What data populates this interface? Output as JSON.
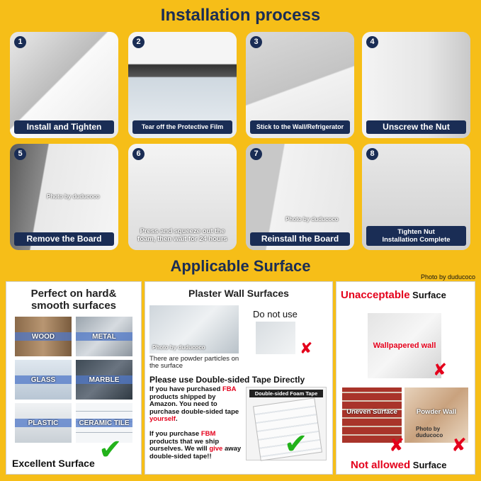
{
  "title": "Installation process",
  "steps": [
    {
      "num": "1",
      "caption": "Install and Tighten"
    },
    {
      "num": "2",
      "caption": "Tear off the Protective Film"
    },
    {
      "num": "3",
      "caption": "Stick to the Wall/Refrigerator"
    },
    {
      "num": "4",
      "caption": "Unscrew the Nut"
    },
    {
      "num": "5",
      "caption": "Remove the Board",
      "photo": "Photo by duducoco"
    },
    {
      "num": "6",
      "caption": "Press and squeeze out the foam, then wait for 24 hours"
    },
    {
      "num": "7",
      "caption": "Reinstall the Board",
      "photo": "Photo by duducoco"
    },
    {
      "num": "8",
      "caption_line1": "Tighten Nut",
      "caption_line2": "Installation Complete"
    }
  ],
  "subtitle": "Applicable Surface",
  "photo_credit": "Photo by duducoco",
  "left": {
    "title": "Perfect on hard& smooth surfaces",
    "tiles": [
      "WOOD",
      "METAL",
      "GLASS",
      "MARBLE",
      "PLASTIC",
      "CERAMIC TILE"
    ],
    "footer": "Excellent Surface"
  },
  "middle": {
    "title": "Plaster Wall Surfaces",
    "do_not_use": "Do not use",
    "photo": "Photo by duducoco",
    "powder_note": "There are powder particles on the surface",
    "tape_heading": "Please use Double-sided Tape Directly",
    "tape_label": "Double-sided Foam Tape",
    "fba": {
      "p1": "If you have purchased ",
      "hl1": "FBA",
      "p2": " products shipped by Amazon. You need to purchase double-sided tape ",
      "hl2": "yourself",
      "p3": "."
    },
    "fbm": {
      "p1": "If you purchase ",
      "hl1": "FBM",
      "p2": " products that we ship ourselves. We will ",
      "hl2": "give",
      "p3": " away double-sided tape!!"
    }
  },
  "right": {
    "title_red": "Unacceptable",
    "title_black": " Surface",
    "wallpaper": "Wallpapered wall",
    "uneven": "Uneven Surface",
    "powder": "Powder Wall",
    "photo": "Photo by duducoco",
    "footer_red": "Not allowed",
    "footer_black": " Surface"
  },
  "colors": {
    "background": "#f6be18",
    "navy": "#1a2d55",
    "red": "#e4001b",
    "green": "#22b21a"
  }
}
